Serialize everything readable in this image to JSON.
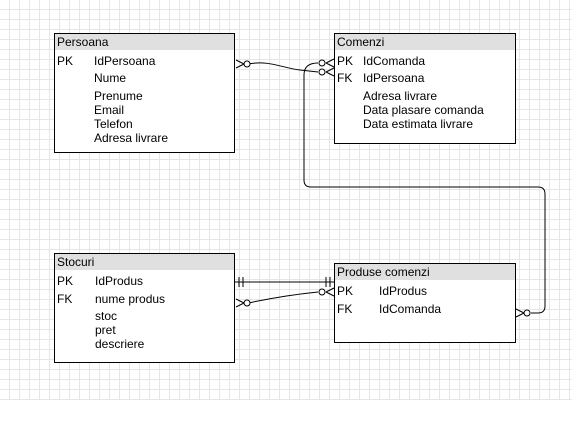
{
  "entities": {
    "persoana": {
      "title": "Persoana",
      "rows": [
        {
          "key": "PK",
          "name": "IdPersoana"
        },
        {
          "key": "",
          "name": "Nume"
        },
        {
          "key": "",
          "name": "Prenume"
        },
        {
          "key": "",
          "name": "Email"
        },
        {
          "key": "",
          "name": "Telefon"
        },
        {
          "key": "",
          "name": "Adresa livrare"
        }
      ]
    },
    "comenzi": {
      "title": "Comenzi",
      "rows": [
        {
          "key": "PK",
          "name": "IdComanda"
        },
        {
          "key": "FK",
          "name": "IdPersoana"
        },
        {
          "key": "",
          "name": "Adresa livrare"
        },
        {
          "key": "",
          "name": "Data plasare comanda"
        },
        {
          "key": "",
          "name": "Data estimata livrare"
        }
      ]
    },
    "stocuri": {
      "title": "Stocuri",
      "rows": [
        {
          "key": "PK",
          "name": "IdProdus"
        },
        {
          "key": "FK",
          "name": "nume produs"
        },
        {
          "key": "",
          "name": "stoc"
        },
        {
          "key": "",
          "name": "pret"
        },
        {
          "key": "",
          "name": "descriere"
        }
      ]
    },
    "produse_comenzi": {
      "title": "Produse comenzi",
      "rows": [
        {
          "key": "PK",
          "name": "IdProdus"
        },
        {
          "key": "FK",
          "name": "IdComanda"
        }
      ]
    }
  },
  "colors": {
    "header_bg": "#e0e0e0",
    "border": "#000000",
    "grid": "#e6e6e6"
  }
}
